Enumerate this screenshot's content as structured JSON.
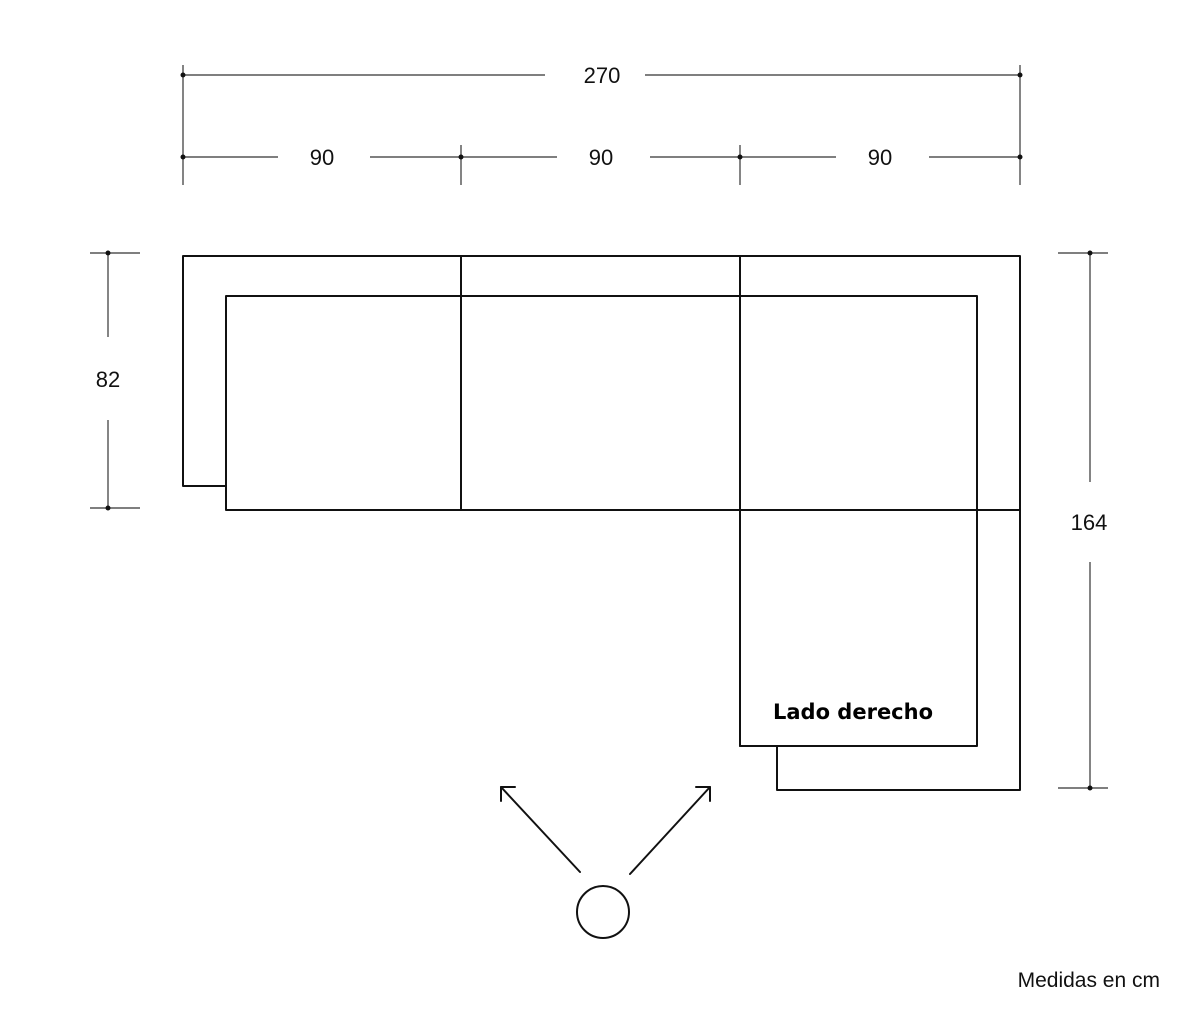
{
  "dimensions": {
    "total_width": "270",
    "module_widths": [
      "90",
      "90",
      "90"
    ],
    "depth": "82",
    "chaise_length": "164"
  },
  "side_label": "Lado derecho",
  "units_note": "Medidas en cm",
  "viewer_icon": "viewer-circle-icon"
}
